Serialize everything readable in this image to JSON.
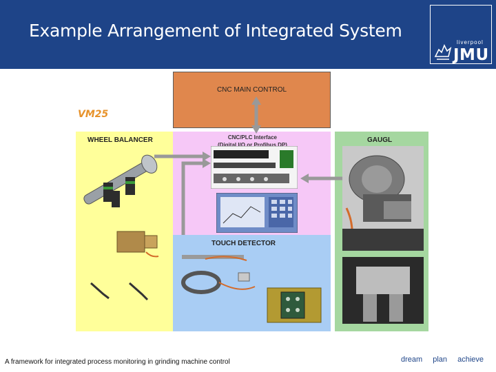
{
  "header": {
    "title": "Example Arrangement of Integrated System",
    "logo_small_text": "liverpool",
    "logo_text": "JMU",
    "background_color": "#1e4488"
  },
  "diagram": {
    "main_control_label": "CNC MAIN CONTROL",
    "vm25_label": "VM25",
    "wheel_balancer_label": "WHEEL BALANCER",
    "interface_label_line1": "CNC/PLC Interface",
    "interface_label_line2": "(Digital I/O or Profibus DP)",
    "touch_detector_label": "TOUCH DETECTOR",
    "gaugl_label": "GAUGL",
    "colors": {
      "main_control": "#e0874d",
      "wheel_balancer_panel": "#ffff9a",
      "interface_panel": "#f6c8f7",
      "touch_detector_panel": "#a9cdf4",
      "gaugl_panel": "#a5d7a0",
      "arrows": "#999999"
    }
  },
  "footer": {
    "caption": "A framework for integrated process monitoring in grinding machine control",
    "tagline_1": "dream",
    "tagline_2": "plan",
    "tagline_3": "achieve"
  }
}
